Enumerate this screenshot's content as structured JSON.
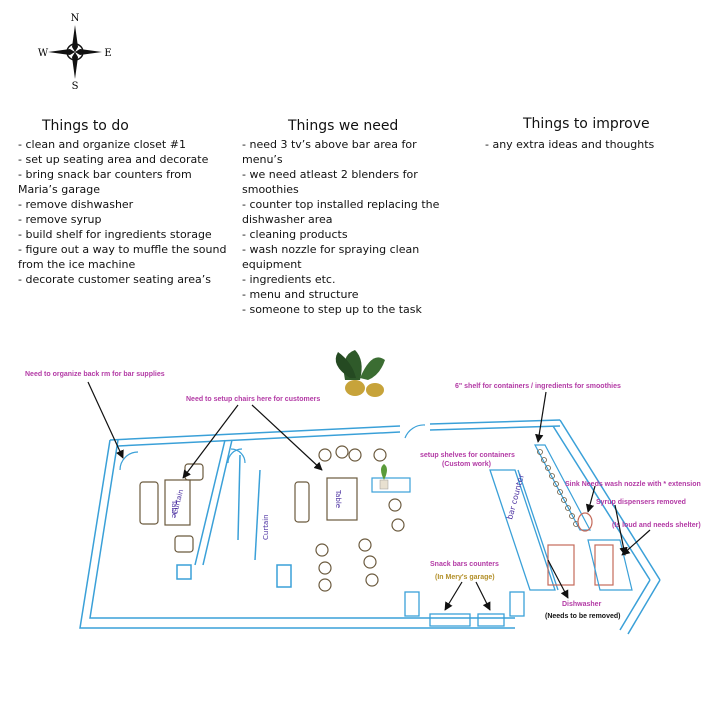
{
  "compass": {
    "n": "N",
    "s": "S",
    "e": "E",
    "w": "W"
  },
  "columns": [
    {
      "title": "Things to do",
      "items": [
        "- clean and organize closet #1",
        "- set up seating area and decorate",
        "- bring snack bar counters from Maria’s garage",
        "- remove dishwasher",
        "- remove syrup",
        "- build shelf for ingredients storage",
        "- figure out a way to muffle the sound from the ice machine",
        "-  decorate customer seating area’s"
      ]
    },
    {
      "title": "Things we need",
      "items": [
        "- need 3 tv’s above bar area for menu’s",
        "- we need atleast 2 blenders for smoothies",
        "- counter top installed replacing the dishwasher area",
        "- cleaning products",
        "- wash nozzle for spraying clean equipment",
        "- ingredients etc.",
        "- menu and structure",
        "- someone to step up to the task"
      ]
    },
    {
      "title": "Things to improve",
      "items": [
        "- any extra ideas and thoughts"
      ]
    }
  ],
  "plan": {
    "notes": {
      "back_room": "Need to organize back rm for bar supplies",
      "chairs": "Need to setup chairs here for customers",
      "shelf6": "6\" shelf for containers / ingredients for smoothies",
      "setup_shelves_1": "setup shelves for containers",
      "setup_shelves_2": "(Custom work)",
      "sink": "Sink Needs wash nozzle with * extension",
      "syrup": "Syrup dispensers removed",
      "loud": "(Is loud and needs shelter)",
      "snack_bars": "Snack bars counters",
      "marys_garage": "(In Mery's garage)",
      "dishwasher": "Dishwasher",
      "dishwasher_removed": "(Needs to be removed)"
    },
    "labels": {
      "table_left": "Table",
      "table_mid": "Table",
      "curtain_left": "Curtain",
      "curtain_mid": "Curtain",
      "bar_counter": "bar counter"
    },
    "colors": {
      "wall": "#3aa0d8",
      "note": "#b33aa5",
      "note_gold": "#b3902a",
      "furniture": "#6b5a3e",
      "handwriting": "#4a2fa0",
      "counter": "#c46a5a"
    }
  }
}
